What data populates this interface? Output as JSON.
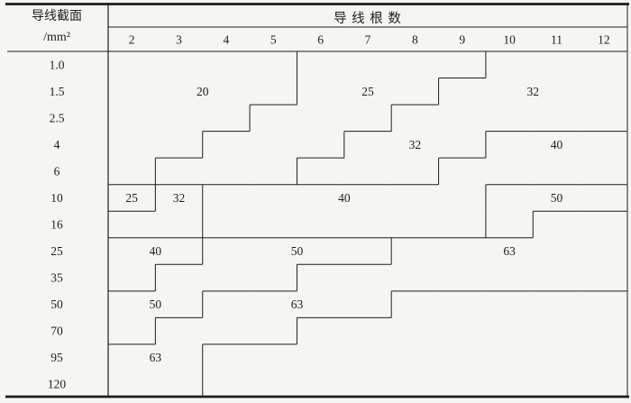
{
  "page": {
    "background": "#f5f5f1",
    "ink": "#1d1d1d"
  },
  "corner_header": {
    "line1": "导线截面",
    "line2": "/mm²"
  },
  "top_header": {
    "title": "导 线 根 数"
  },
  "columns": [
    "2",
    "3",
    "4",
    "5",
    "6",
    "7",
    "8",
    "9",
    "10",
    "11",
    "12"
  ],
  "rows": [
    "1.0",
    "1.5",
    "2.5",
    "4",
    "6",
    "10",
    "16",
    "25",
    "35",
    "50",
    "70",
    "95",
    "120"
  ],
  "chart_data": {
    "type": "table",
    "columns_label": "导 线 根 数",
    "rows_label": "导线截面/mm²",
    "conduit_sizes": [
      20,
      25,
      32,
      40,
      50,
      63
    ],
    "region_map": [
      [
        20,
        20,
        20,
        20,
        25,
        25,
        25,
        25,
        32,
        32,
        32
      ],
      [
        20,
        20,
        20,
        20,
        25,
        25,
        25,
        32,
        32,
        32,
        32
      ],
      [
        20,
        20,
        20,
        25,
        25,
        25,
        32,
        32,
        32,
        32,
        32
      ],
      [
        20,
        20,
        25,
        25,
        25,
        32,
        32,
        32,
        40,
        40,
        40
      ],
      [
        20,
        25,
        25,
        25,
        32,
        32,
        32,
        40,
        40,
        40,
        40
      ],
      [
        25,
        32,
        40,
        40,
        40,
        40,
        40,
        40,
        50,
        50,
        50
      ],
      [
        32,
        32,
        40,
        40,
        40,
        40,
        40,
        40,
        50,
        63,
        63
      ],
      [
        40,
        40,
        50,
        50,
        50,
        50,
        63,
        63,
        63,
        63,
        63
      ],
      [
        40,
        50,
        50,
        50,
        63,
        63,
        63,
        63,
        63,
        63,
        63
      ],
      [
        50,
        50,
        63,
        63,
        63,
        63,
        null,
        null,
        null,
        null,
        null
      ],
      [
        50,
        63,
        63,
        63,
        null,
        null,
        null,
        null,
        null,
        null,
        null
      ],
      [
        63,
        63,
        null,
        null,
        null,
        null,
        null,
        null,
        null,
        null,
        null
      ],
      [
        63,
        63,
        null,
        null,
        null,
        null,
        null,
        null,
        null,
        null,
        null
      ]
    ],
    "labels": [
      [
        1,
        1,
        20
      ],
      [
        1,
        5,
        25
      ],
      [
        1,
        8,
        32
      ],
      [
        3,
        6,
        32
      ],
      [
        3,
        9,
        40
      ],
      [
        5,
        0,
        25
      ],
      [
        5,
        1,
        32
      ],
      [
        5,
        4,
        40
      ],
      [
        5,
        9,
        50
      ],
      [
        7,
        0,
        40
      ],
      [
        7,
        3,
        50
      ],
      [
        7,
        8,
        63
      ],
      [
        9,
        0,
        50
      ],
      [
        9,
        3,
        63
      ],
      [
        11,
        0,
        63
      ]
    ]
  }
}
